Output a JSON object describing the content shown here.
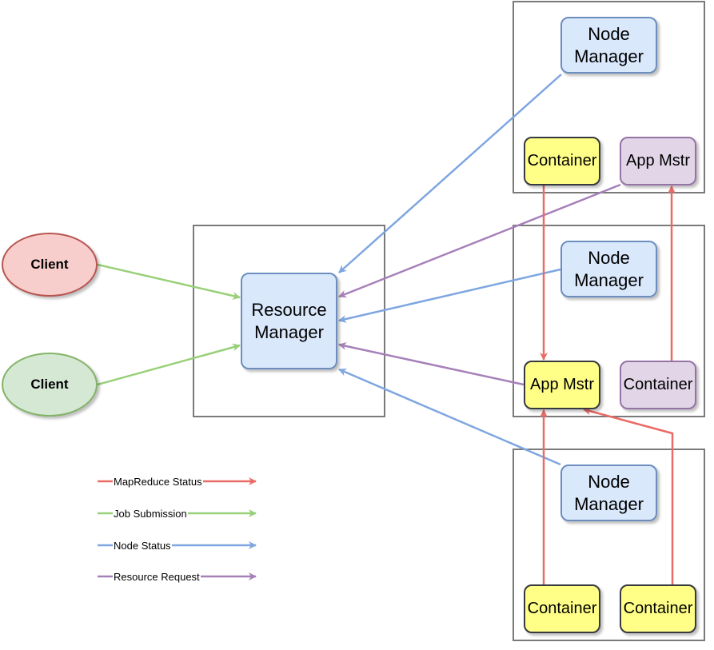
{
  "clients": [
    {
      "label": "Client"
    },
    {
      "label": "Client"
    }
  ],
  "resource_manager": {
    "label": "Resource Manager"
  },
  "node_managers": [
    {
      "label": "Node Manager"
    },
    {
      "label": "Node Manager"
    },
    {
      "label": "Node Manager"
    }
  ],
  "node1": {
    "container": "Container",
    "app_master": "App Mstr"
  },
  "node2": {
    "app_master": "App Mstr",
    "container": "Container"
  },
  "node3": {
    "container_a": "Container",
    "container_b": "Container"
  },
  "legend": [
    {
      "label": "MapReduce Status",
      "color": "#ea6b66"
    },
    {
      "label": "Job Submission",
      "color": "#97d077"
    },
    {
      "label": "Node Status",
      "color": "#7ea6e0"
    },
    {
      "label": "Resource Request",
      "color": "#a680b8"
    }
  ],
  "colors": {
    "mapreduce_status": "#ea6b66",
    "job_submission": "#97d077",
    "node_status": "#7ea6e0",
    "resource_request": "#a680b8"
  }
}
